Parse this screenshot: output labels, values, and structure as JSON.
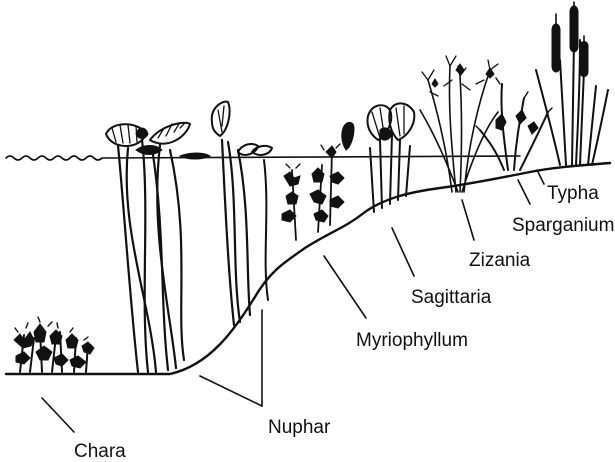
{
  "diagram": {
    "labels": {
      "chara": "Chara",
      "nuphar": "Nuphar",
      "myriophyllum": "Myriophyllum",
      "sagittaria": "Sagittaria",
      "zizania": "Zizania",
      "sparganium": "Sparganium",
      "typha": "Typha"
    }
  },
  "colors": {
    "ink": "#111111",
    "background": "#ffffff"
  }
}
